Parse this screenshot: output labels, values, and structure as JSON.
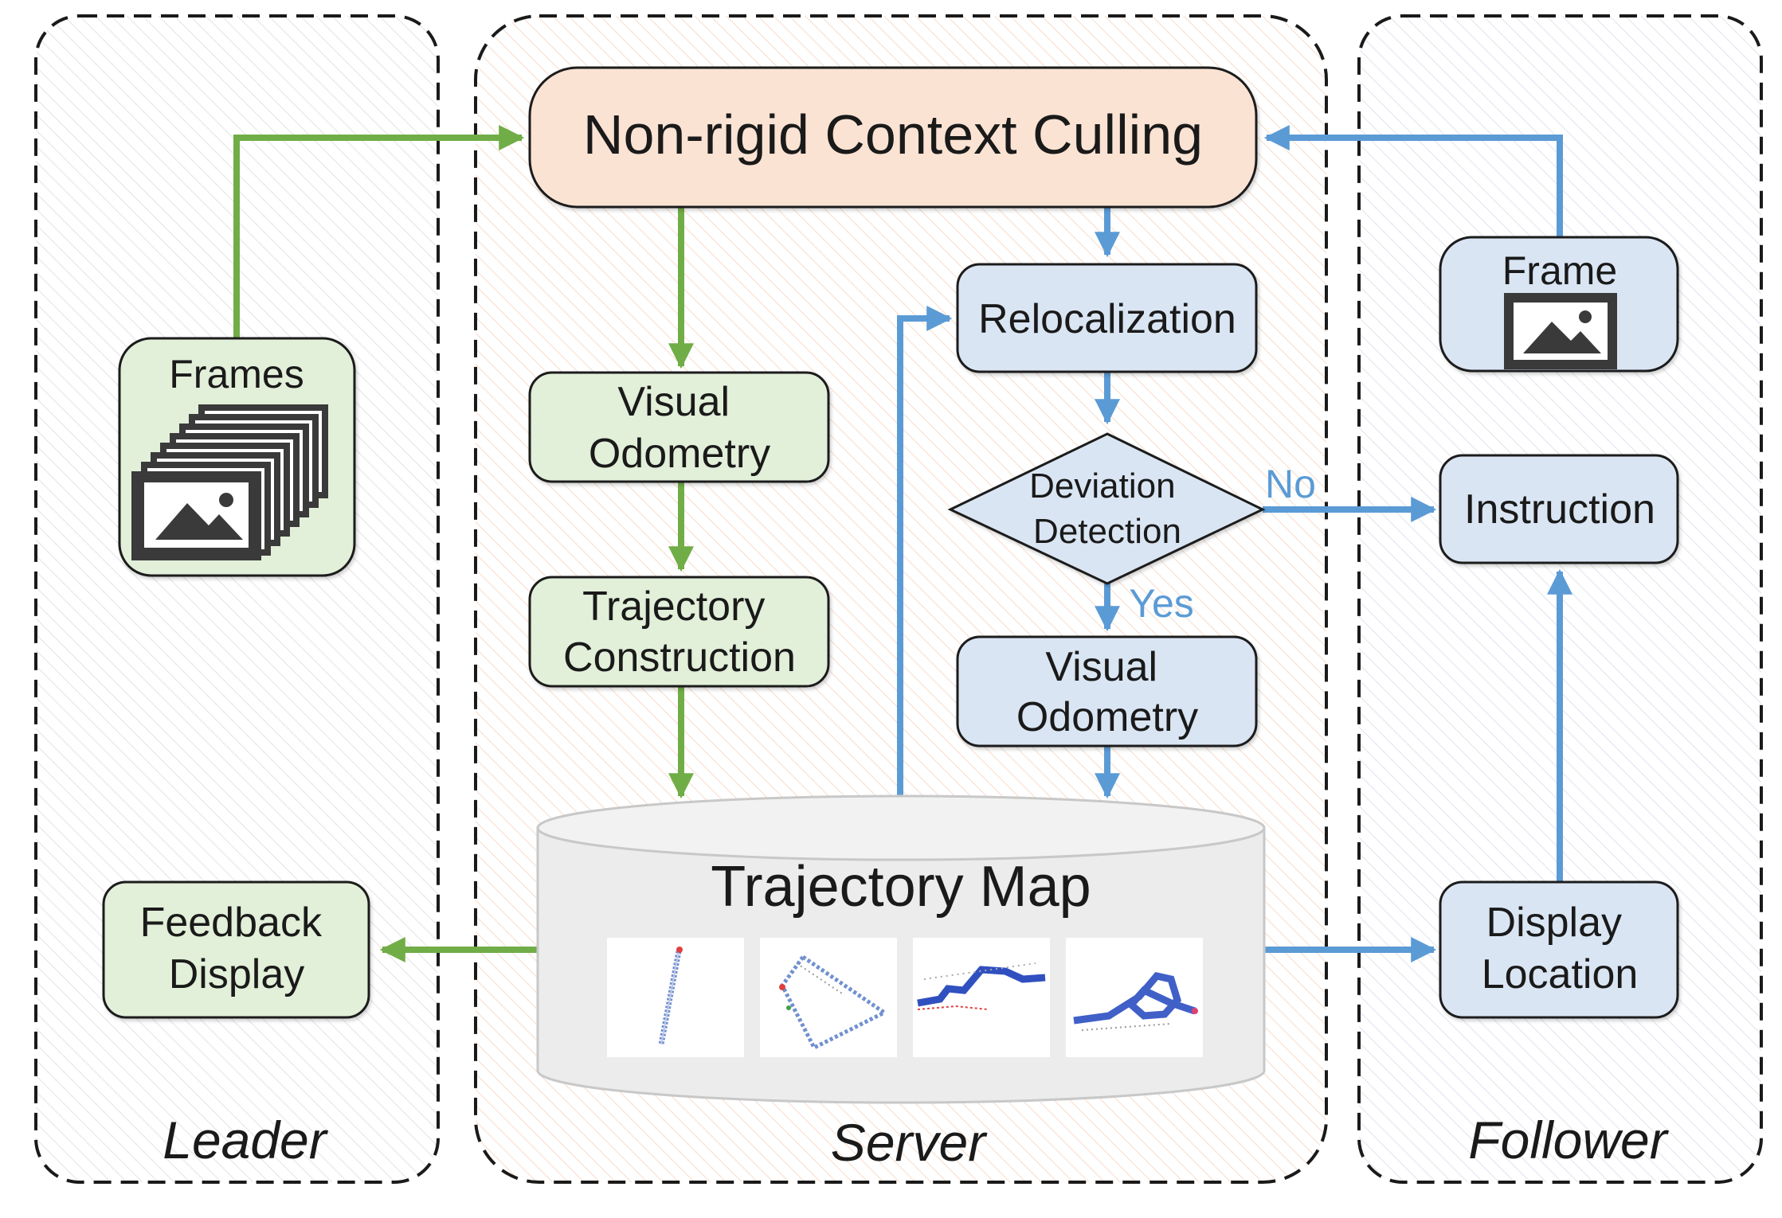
{
  "panels": {
    "leader": "Leader",
    "server": "Server",
    "follower": "Follower"
  },
  "nodes": {
    "context_culling": "Non-rigid Context Culling",
    "frames": "Frames",
    "feedback_display": [
      "Feedback",
      "Display"
    ],
    "visual_odometry_leader": [
      "Visual",
      "Odometry"
    ],
    "trajectory_construction": [
      "Trajectory",
      "Construction"
    ],
    "relocalization": "Relocalization",
    "deviation_detection": [
      "Deviation",
      "Detection"
    ],
    "visual_odometry_follower": [
      "Visual",
      "Odometry"
    ],
    "trajectory_map": "Trajectory Map",
    "frame": "Frame",
    "instruction": "Instruction",
    "display_location": [
      "Display",
      "Location"
    ]
  },
  "edge_labels": {
    "no": "No",
    "yes": "Yes"
  },
  "colors": {
    "leader_flow": "#70ad47",
    "follower_flow": "#5b9bd5",
    "leader_box": "#e2efd9",
    "follower_box": "#dae5f3",
    "culling_box": "#fbe3d3",
    "map_fill": "#ececec",
    "edge_label": "#5b9bd5"
  },
  "icons": [
    "image-stack-icon",
    "image-icon"
  ]
}
